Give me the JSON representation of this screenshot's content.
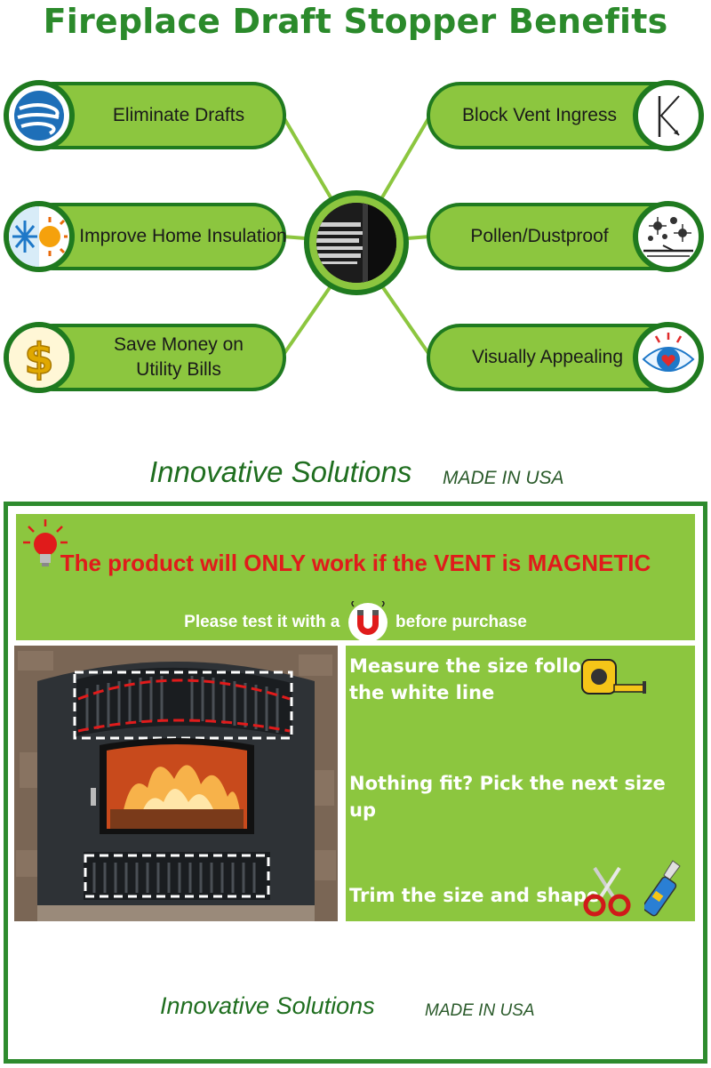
{
  "title": "Fireplace Draft Stopper Benefits",
  "benefits": {
    "left": [
      {
        "label": "Eliminate Drafts",
        "icon": "wind-icon"
      },
      {
        "label": "Improve Home Insulation",
        "icon": "snow-sun-icon"
      },
      {
        "label_line1": "Save Money on",
        "label_line2": "Utility Bills",
        "icon": "dollar-icon"
      }
    ],
    "right": [
      {
        "label": "Block Vent Ingress",
        "icon": "deflect-arrow-icon"
      },
      {
        "label": "Pollen/Dustproof",
        "icon": "dust-particles-icon"
      },
      {
        "label": "Visually Appealing",
        "icon": "eye-heart-icon"
      }
    ]
  },
  "brand": {
    "name": "Innovative Solutions",
    "made_in": "MADE IN USA"
  },
  "warning": {
    "main": "The product will ONLY work if the VENT is MAGNETIC",
    "sub_before": "Please test it with a",
    "sub_after": "before purchase"
  },
  "steps": {
    "measure_line1": "Measure the size follow",
    "measure_line2": "the white line",
    "size_up": "Nothing fit? Pick the next size up",
    "trim": "Trim the size and shape"
  },
  "colors": {
    "title_green": "#2b8a2b",
    "pill_green": "#8cc63f",
    "border_green": "#1f7a1f",
    "warning_red": "#e01b1b"
  }
}
